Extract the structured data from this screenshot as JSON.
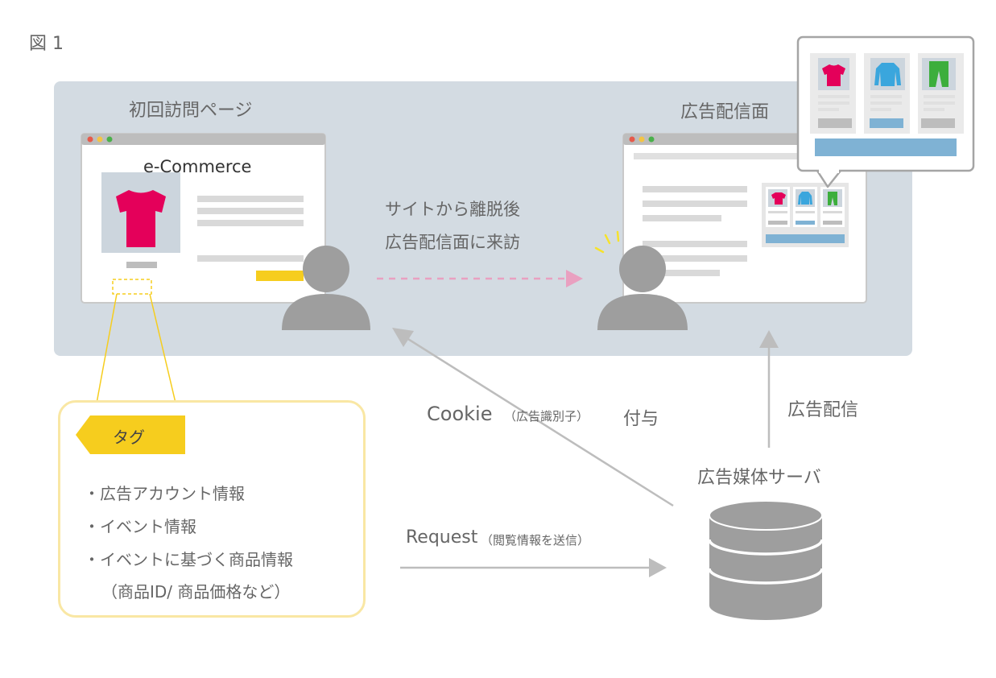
{
  "figure_label": "図 1",
  "first_visit": {
    "title": "初回訪問ページ",
    "site_name": "e-Commerce"
  },
  "ad_area": {
    "title": "広告配信面"
  },
  "transition": {
    "line1": "サイトから離脱後",
    "line2": "広告配信面に来訪"
  },
  "tag": {
    "label": "タグ",
    "items": [
      "・広告アカウント情報",
      "・イベント情報",
      "・イベントに基づく商品情報",
      "（商品ID/ 商品価格など）"
    ]
  },
  "cookie": {
    "main": "Cookie",
    "detail": "（広告識別子）",
    "suffix": "付与"
  },
  "ad_delivery": "広告配信",
  "server": "広告媒体サーバ",
  "request": {
    "main": "Request",
    "detail": "（閲覧情報を送信）"
  },
  "colors": {
    "panel": "#d3dbe2",
    "gray": "#9e9e9e",
    "magenta": "#e4005a",
    "blue": "#3aa6dd",
    "green": "#3cae3c",
    "yellow": "#f6cd1e",
    "pink_arrow": "#e9a0c0"
  }
}
